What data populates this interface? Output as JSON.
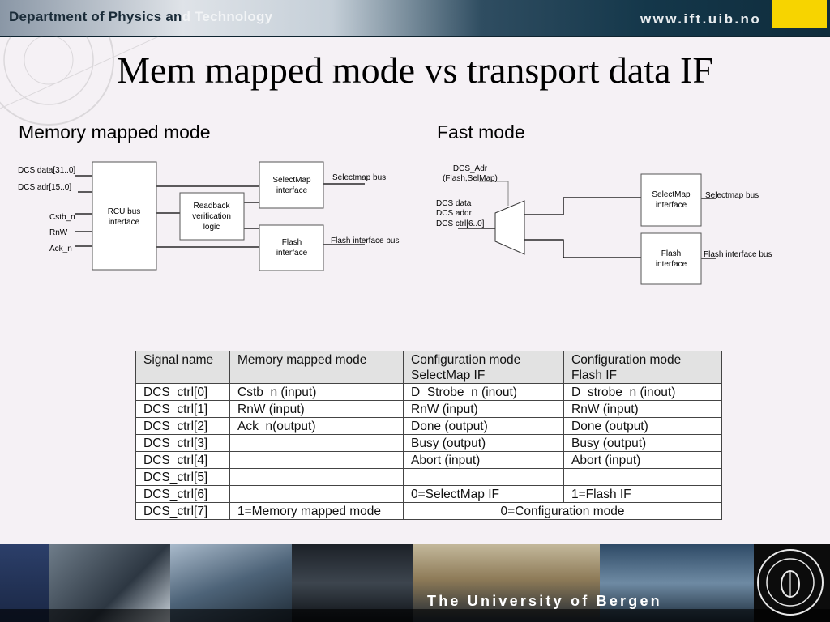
{
  "header": {
    "dept_head": "Department of Physics an",
    "dept_tail": "d Technology",
    "url": "www.ift.uib.no"
  },
  "title": "Mem mapped mode vs transport data IF",
  "left_section": {
    "label": "Memory mapped mode",
    "signals": [
      "DCS data[31..0]",
      "DCS adr[15..0]",
      "Cstb_n",
      "RnW",
      "Ack_n"
    ],
    "rcu_box": [
      "RCU bus",
      "interface"
    ],
    "readback_box": [
      "Readback",
      "verification",
      "logic"
    ],
    "selectmap_box": [
      "SelectMap",
      "interface"
    ],
    "flash_box": [
      "Flash",
      "interface"
    ],
    "selectmap_bus": "Selectmap bus",
    "flash_bus": "Flash interface bus"
  },
  "right_section": {
    "label": "Fast mode",
    "adr_label": [
      "DCS_Adr",
      "(Flash,SelMap)"
    ],
    "inputs": [
      "DCS data",
      "DCS addr",
      "DCS ctrl[6..0]"
    ],
    "selectmap_box": [
      "SelectMap",
      "interface"
    ],
    "flash_box": [
      "Flash",
      "interface"
    ],
    "selectmap_bus": "Selectmap bus",
    "flash_bus": "Flash interface bus"
  },
  "table": {
    "headers": [
      [
        "Signal name"
      ],
      [
        "Memory mapped mode"
      ],
      [
        "Configuration mode",
        "SelectMap IF"
      ],
      [
        "Configuration mode",
        "Flash IF"
      ]
    ],
    "rows": [
      [
        "DCS_ctrl[0]",
        "Cstb_n (input)",
        "D_Strobe_n (inout)",
        "D_strobe_n (inout)"
      ],
      [
        "DCS_ctrl[1]",
        "RnW (input)",
        "RnW (input)",
        "RnW (input)"
      ],
      [
        "DCS_ctrl[2]",
        "Ack_n(output)",
        "Done (output)",
        "Done (output)"
      ],
      [
        "DCS_ctrl[3]",
        "",
        "Busy (output)",
        "Busy (output)"
      ],
      [
        "DCS_ctrl[4]",
        "",
        "Abort (input)",
        "Abort (input)"
      ],
      [
        "DCS_ctrl[5]",
        "",
        "",
        ""
      ],
      [
        "DCS_ctrl[6]",
        "",
        "0=SelectMap IF",
        "1=Flash IF"
      ],
      [
        "DCS_ctrl[7]",
        "1=Memory mapped mode",
        "0=Configuration mode"
      ]
    ]
  },
  "footer": {
    "university": "The University of Bergen"
  }
}
